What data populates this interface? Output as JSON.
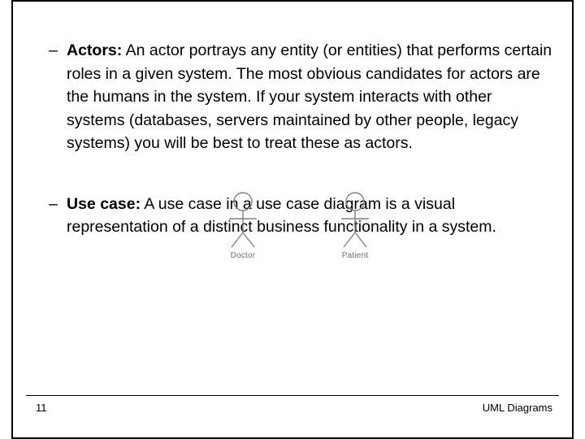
{
  "slide": {
    "bullets": [
      {
        "marker": "–",
        "lead": "Actors:",
        "text": " An actor portrays any entity (or entities) that performs certain roles in a given system. The most obvious candidates for actors are the humans in the system. If your system interacts with other systems (databases, servers maintained by other people, legacy systems) you will be best to treat these as actors."
      },
      {
        "marker": "–",
        "lead": "Use case:",
        "text": " A use case in a use case diagram is a visual representation of a distinct business functionality in a system."
      }
    ],
    "actors": [
      {
        "label": "Doctor"
      },
      {
        "label": "Patient"
      }
    ],
    "footer": {
      "page_number": "11",
      "right_text": "UML Diagrams"
    },
    "colors": {
      "text": "#000000",
      "actor_label": "#6e6e6e",
      "actor_stroke": "#808080",
      "rule": "#000000"
    }
  }
}
